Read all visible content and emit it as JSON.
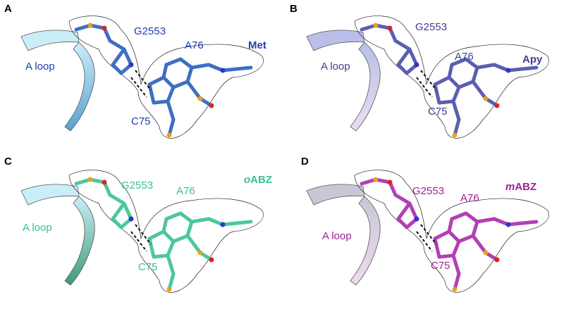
{
  "panels": [
    {
      "letter": "A",
      "loop": "A loop",
      "g": "G2553",
      "a76": "A76",
      "c75": "C75",
      "ligand": "Met",
      "ligand_italic_prefix": "",
      "colors": {
        "text": "#1f3fb0",
        "ligand": "#1f3fb0",
        "stick": "#3d6fc4",
        "loop1": "#c9eef7",
        "loop2": "#5a9fd1"
      }
    },
    {
      "letter": "B",
      "loop": "A loop",
      "g": "G2553",
      "a76": "A76",
      "c75": "C75",
      "ligand": "Apy",
      "ligand_italic_prefix": "",
      "colors": {
        "text": "#3e3f8f",
        "ligand": "#3e3f8f",
        "stick": "#5a5fb0",
        "loop1": "#b9bfe8",
        "loop2": "#e8def0"
      }
    },
    {
      "letter": "C",
      "loop": "A loop",
      "g": "G2553",
      "a76": "A76",
      "c75": "C75",
      "ligand": "ABZ",
      "ligand_italic_prefix": "o",
      "colors": {
        "text": "#3bbf99",
        "ligand": "#3bbf99",
        "stick": "#4cc79c",
        "loop1": "#c9eef7",
        "loop2": "#3f9a78"
      }
    },
    {
      "letter": "D",
      "loop": "A loop",
      "g": "G2553",
      "a76": "A76",
      "c75": "C75",
      "ligand": "ABZ",
      "ligand_italic_prefix": "m",
      "colors": {
        "text": "#a01f96",
        "ligand": "#a01f96",
        "stick": "#b23fb5",
        "loop1": "#c7c7d6",
        "loop2": "#f0d9ef"
      }
    }
  ]
}
